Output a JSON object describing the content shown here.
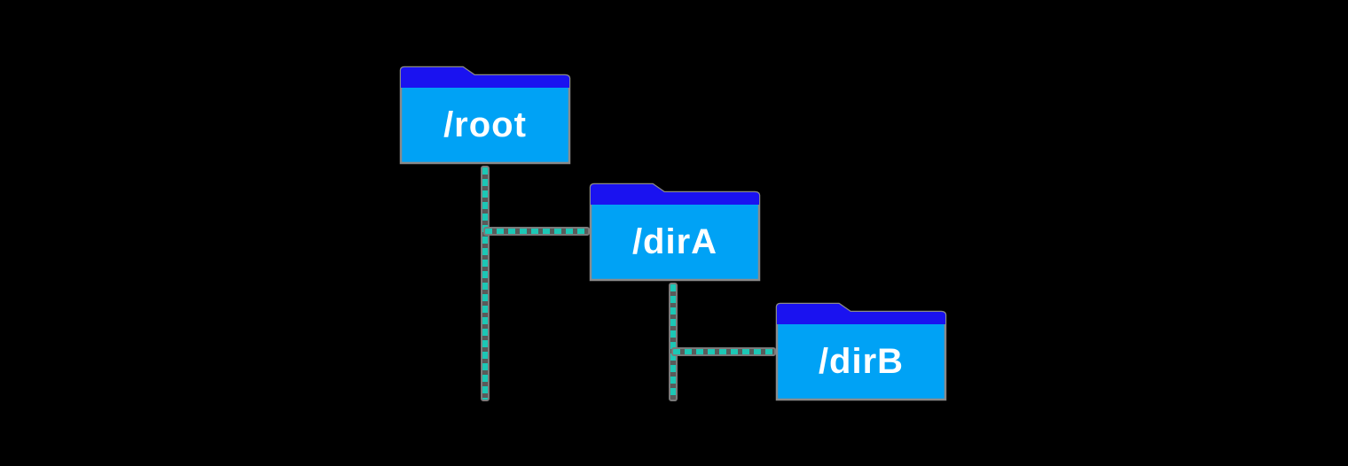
{
  "diagram": {
    "type": "directory-tree",
    "background_color": "#000000",
    "nodes": [
      {
        "id": "root",
        "label": "/root"
      },
      {
        "id": "dirA",
        "label": "/dirA"
      },
      {
        "id": "dirB",
        "label": "/dirB"
      }
    ],
    "edges": [
      {
        "from": "root",
        "to": "dirA",
        "style": "dashed"
      },
      {
        "from": "dirA",
        "to": "dirB",
        "style": "dashed"
      }
    ],
    "colors": {
      "folder_body": "#00a2f5",
      "folder_tab": "#1a12f0",
      "folder_border": "#8a8a8a",
      "label_text": "#ffffff",
      "connector": "#1cc7b5",
      "connector_gap": "#5a5a5a",
      "connector_casing": "#7a7a7a"
    }
  }
}
